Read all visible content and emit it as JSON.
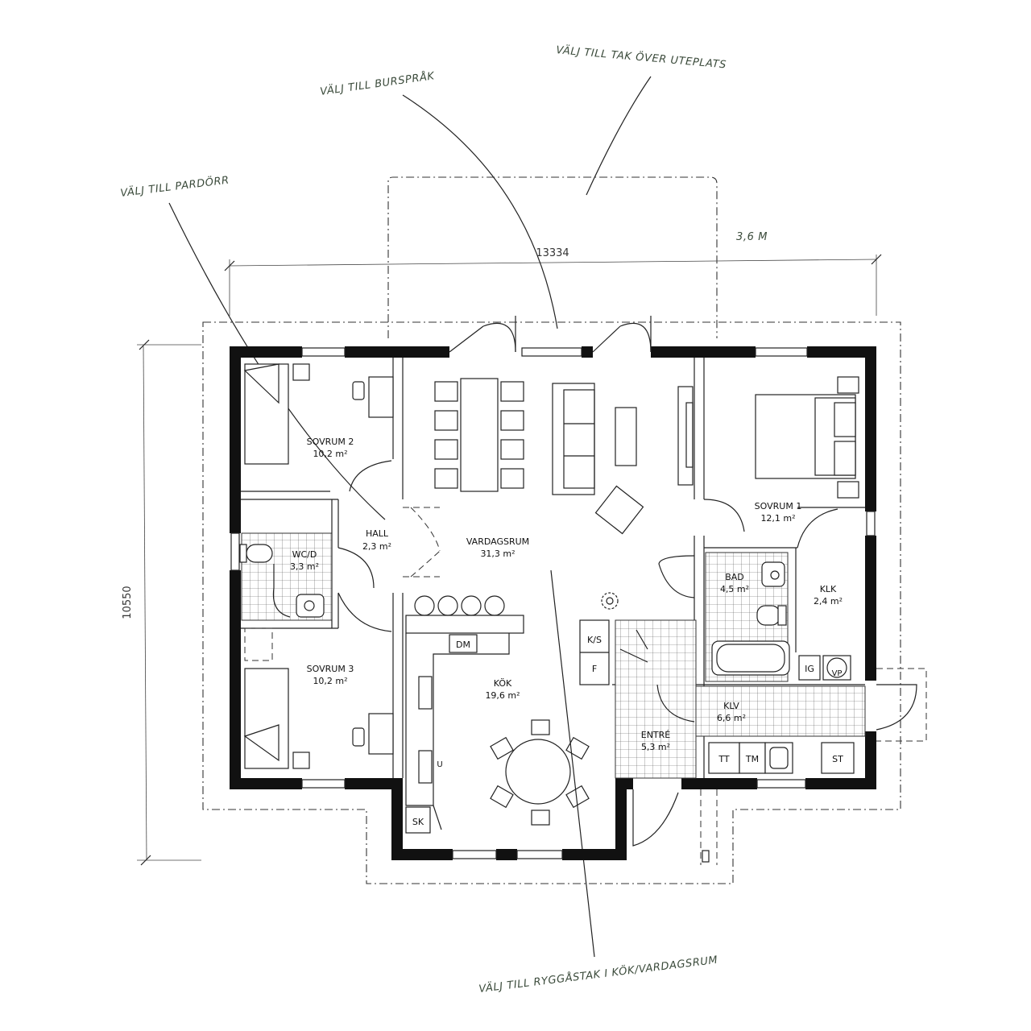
{
  "annotations": {
    "burspak": "VÄLJ TILL BURSPRÅK",
    "tak": "VÄLJ TILL TAK ÖVER UTEPLATS",
    "pardorr": "VÄLJ TILL PARDÖRR",
    "ryggas": "VÄLJ TILL RYGGÅSTAK I KÖK/VARDAGSRUM"
  },
  "dimensions": {
    "width": "13334",
    "depth": "10550",
    "roof": "3,6 M"
  },
  "rooms": {
    "sovrum2": {
      "name": "SOVRUM 2",
      "area": "10,2 m²"
    },
    "sovrum1": {
      "name": "SOVRUM 1",
      "area": "12,1 m²"
    },
    "sovrum3": {
      "name": "SOVRUM 3",
      "area": "10,2 m²"
    },
    "hall": {
      "name": "HALL",
      "area": "2,3 m²"
    },
    "wc": {
      "name": "WC/D",
      "area": "3,3 m²"
    },
    "vardagsrum": {
      "name": "VARDAGSRUM",
      "area": "31,3 m²"
    },
    "bad": {
      "name": "BAD",
      "area": "4,5 m²"
    },
    "klk": {
      "name": "KLK",
      "area": "2,4 m²"
    },
    "kok": {
      "name": "KÖK",
      "area": "19,6 m²"
    },
    "klv": {
      "name": "KLV",
      "area": "6,6 m²"
    },
    "entre": {
      "name": "ENTRÉ",
      "area": "5,3 m²"
    }
  },
  "fixtures": {
    "dm": "DM",
    "ks": "K/S",
    "f": "F",
    "ig": "IG",
    "vp": "VP",
    "tt": "TT",
    "tm": "TM",
    "st": "ST",
    "sk": "SK",
    "u": "U"
  }
}
